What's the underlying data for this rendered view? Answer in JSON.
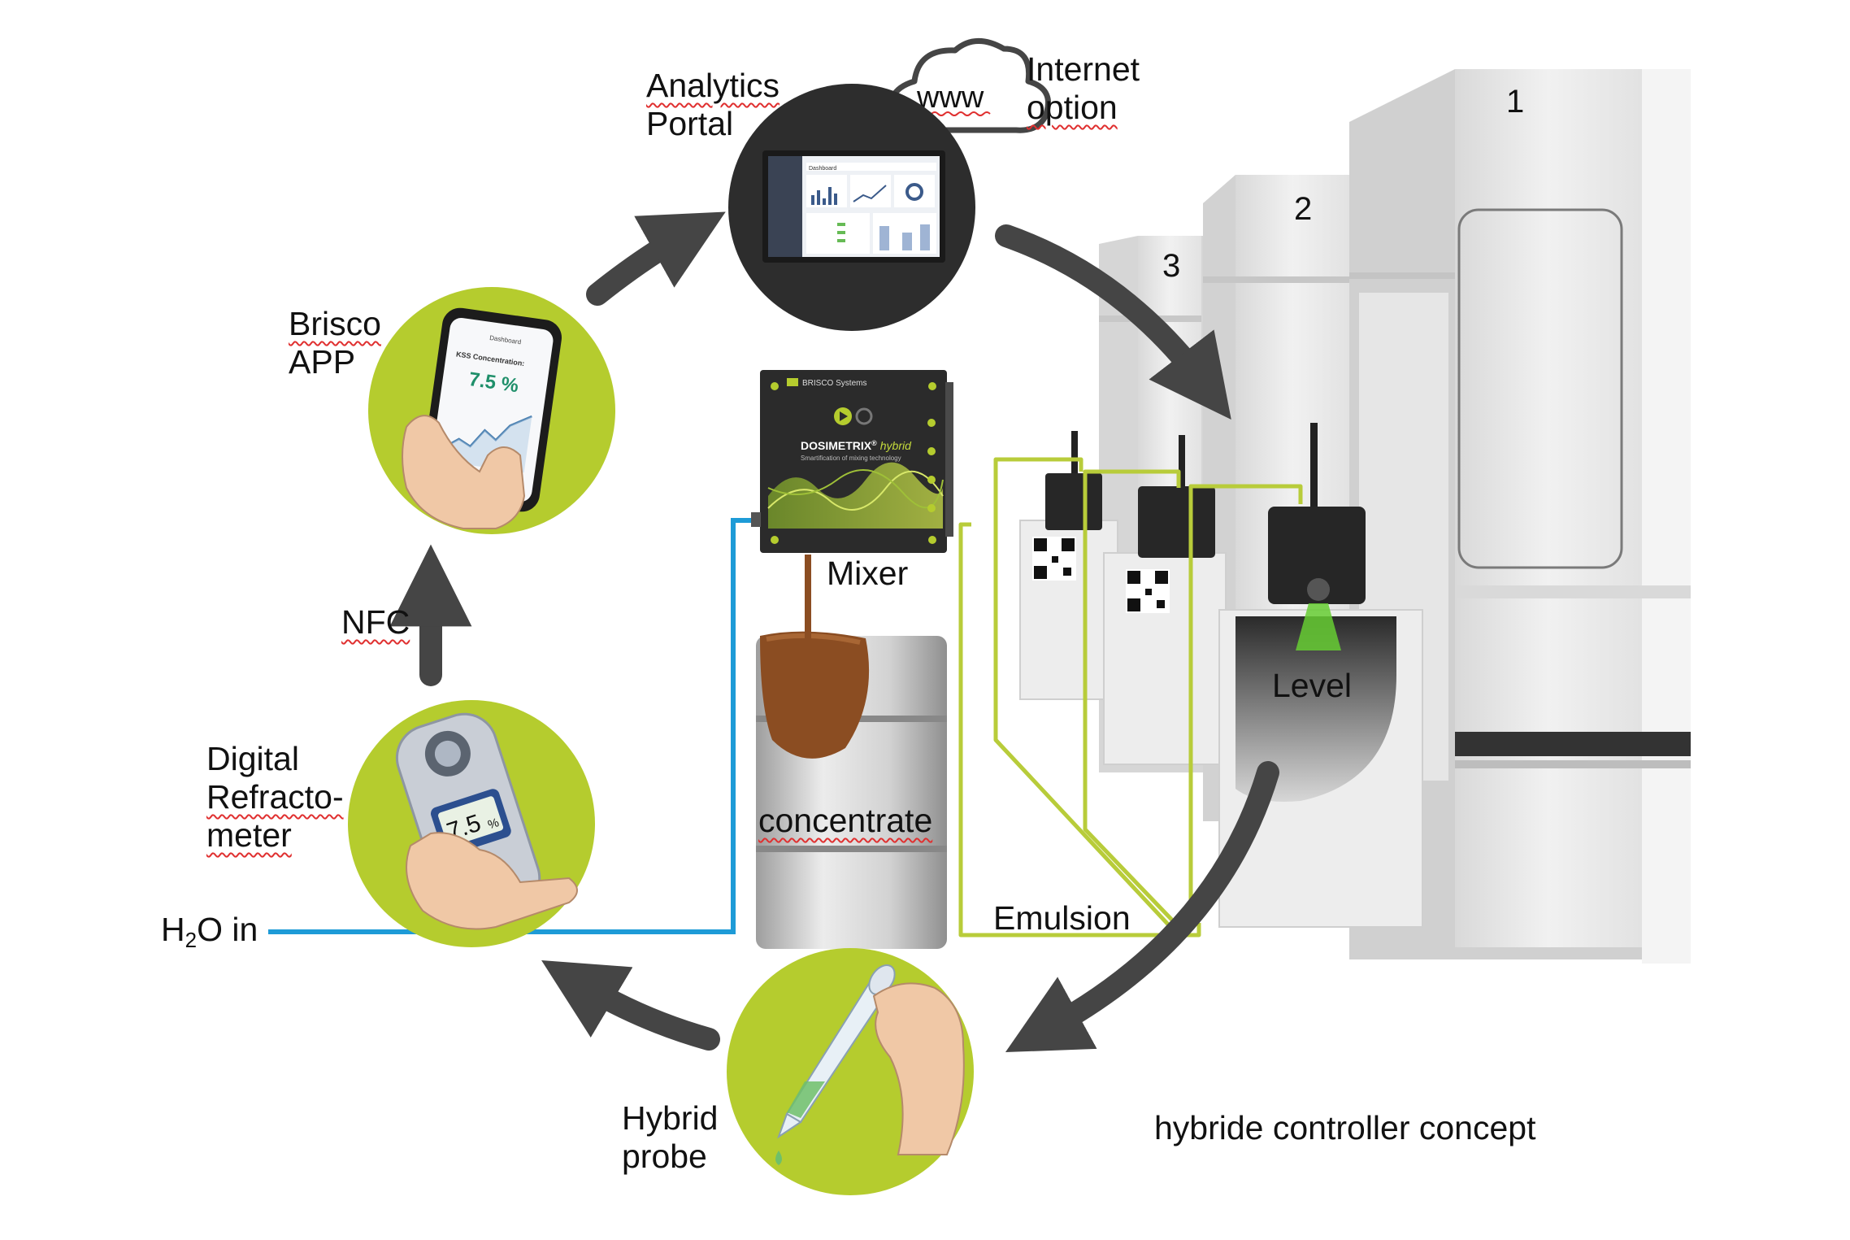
{
  "labels": {
    "analytics": [
      "Analytics",
      "Portal"
    ],
    "internet": [
      "Internet",
      "option"
    ],
    "www": "www",
    "brisco": [
      "Brisco",
      "APP"
    ],
    "nfc": "NFC",
    "refractometer": [
      "Digital",
      "Refracto-",
      "meter"
    ],
    "h2o_prefix": "H",
    "h2o_sub": "2",
    "h2o_suffix": "O in",
    "mixer": "Mixer",
    "concentrate": "concentrate",
    "emulsion": "Emulsion",
    "level": "Level",
    "probe": [
      "Hybrid",
      "probe"
    ],
    "caption": "hybride controller concept"
  },
  "machines": [
    "1",
    "2",
    "3"
  ],
  "phone": {
    "header": "Dashboard",
    "title": "KSS Concentration:",
    "value": "7.5 %"
  },
  "mixer_device": {
    "brand": "BRISCO Systems",
    "name": "DOSIMETRIX",
    "sup": "®",
    "variant": "hybrid",
    "tagline": "Smartification of mixing technology"
  },
  "refractometer_display": {
    "value": "7.5",
    "unit": "%"
  },
  "portal_screen": {
    "header": "Dashboard"
  },
  "colors": {
    "lime": "#b5cc2e",
    "lime_line": "#b8cc3a",
    "arrow": "#454545",
    "water": "#1e9bd7",
    "machine": "#ebebeb",
    "concentrate": "#8b4d22",
    "dark_device": "#2b2b2b"
  }
}
